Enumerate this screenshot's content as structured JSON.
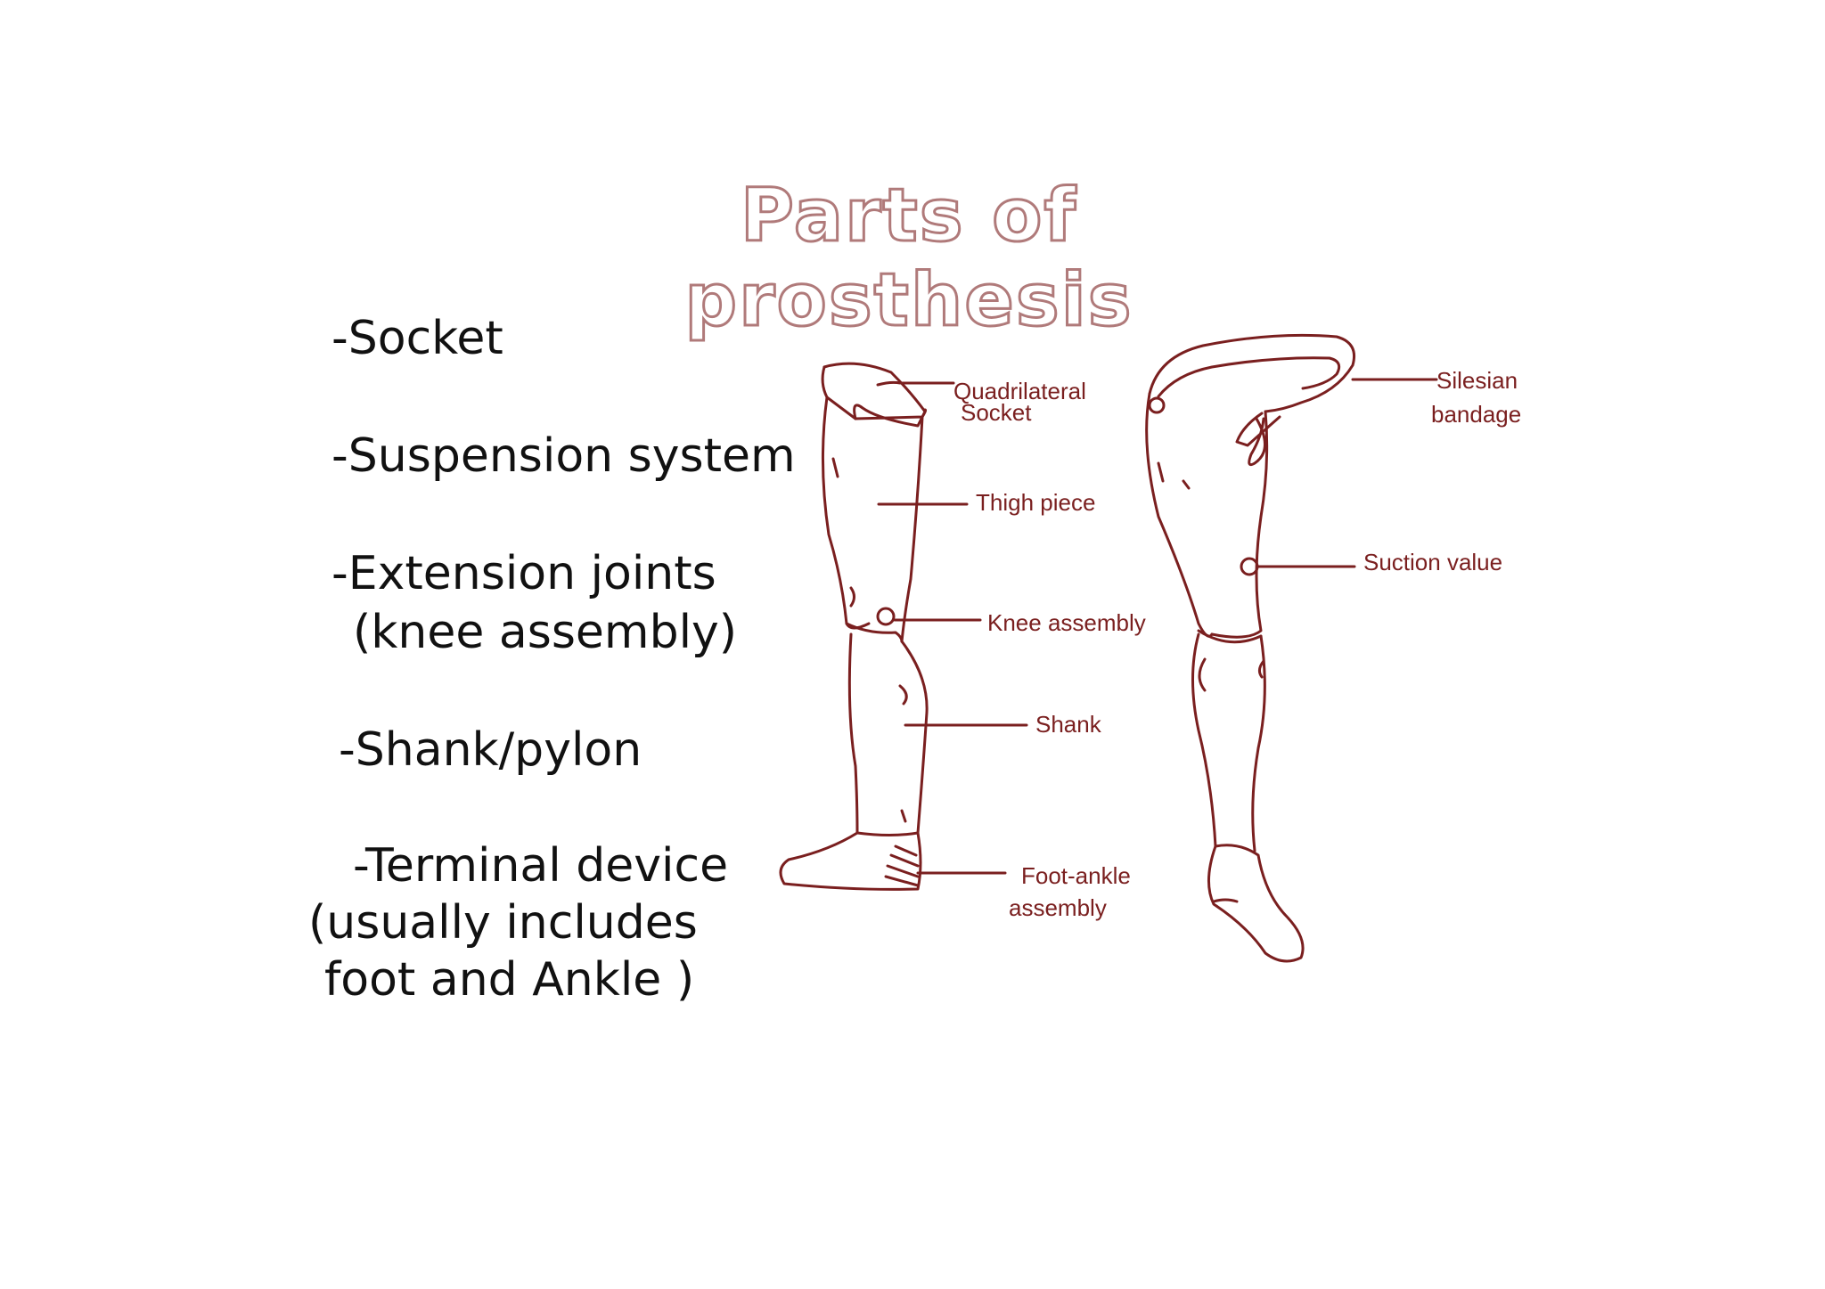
{
  "slide": {
    "title": "Parts of prosthesis",
    "parts_list": [
      "-Socket",
      "-Suspension system",
      "-Extension joints",
      "(knee assembly)",
      "-Shank/pylon",
      "-Terminal device",
      "(usually includes",
      "foot and Ankle )"
    ]
  },
  "diagram": {
    "line_color": "#7a1f1f",
    "left_leg_labels": {
      "socket_line1": "Quadrilateral",
      "socket_line2": "Socket",
      "thigh": "Thigh piece",
      "knee": "Knee  assembly",
      "shank": "Shank",
      "foot_line1": "Foot-ankle",
      "foot_line2": "assembly"
    },
    "right_leg_labels": {
      "bandage_line1": "Silesian",
      "bandage_line2": "bandage",
      "suction": "Suction  value"
    }
  }
}
